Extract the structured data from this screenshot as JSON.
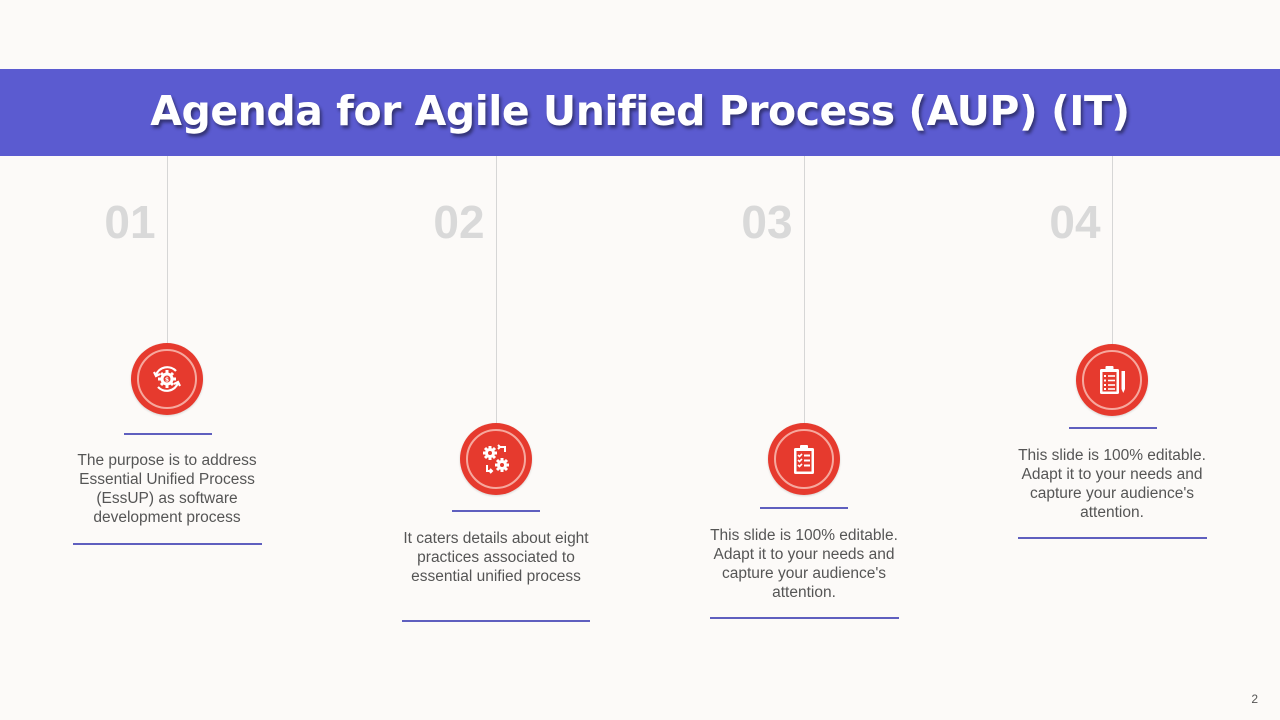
{
  "slide": {
    "title": "Agenda for Agile Unified Process (AUP) (IT)",
    "page_number": "2",
    "colors": {
      "header_bg": "#5B5BD0",
      "accent_red": "#E63A2E",
      "divider": "#5F5FBF",
      "number_gray": "#D9D9D9",
      "background": "#FCFAF8"
    }
  },
  "items": [
    {
      "number": "01",
      "icon": "gear-dollar-cycle-icon",
      "text": "The purpose is to address Essential Unified Process (EssUP) as software development process"
    },
    {
      "number": "02",
      "icon": "gears-exchange-icon",
      "text": "It caters details about eight practices associated to essential unified process"
    },
    {
      "number": "03",
      "icon": "clipboard-checklist-icon",
      "text": "This slide is 100% editable. Adapt it to your needs and capture your audience's attention."
    },
    {
      "number": "04",
      "icon": "clipboard-pen-icon",
      "text": "This slide is 100% editable. Adapt it to your needs and capture your audience's attention."
    }
  ]
}
